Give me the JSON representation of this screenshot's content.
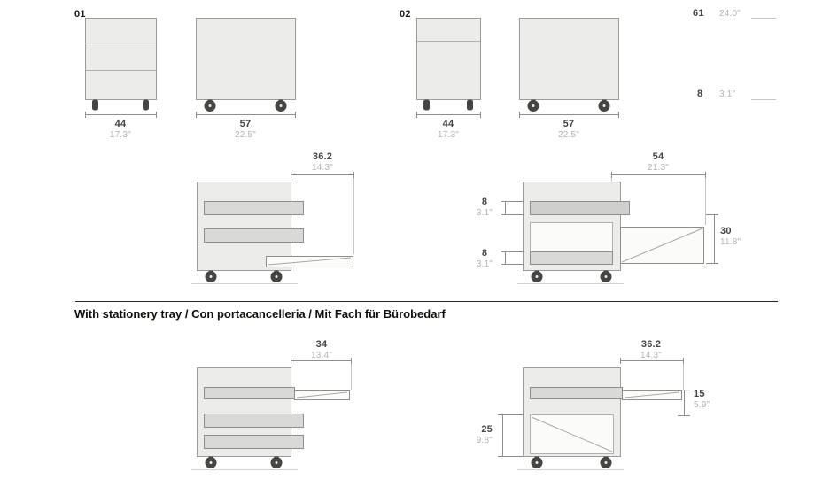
{
  "figures": {
    "fig01_label": "01",
    "fig02_label": "02"
  },
  "section_title": "With stationery tray / Con portacancelleria / Mit Fach für Bürobedarf",
  "dimensions": {
    "top_row": {
      "front1_width": {
        "cm": "44",
        "inch": "17.3\""
      },
      "side1_depth": {
        "cm": "57",
        "inch": "22.5\""
      },
      "front2_width": {
        "cm": "44",
        "inch": "17.3\""
      },
      "side2_depth": {
        "cm": "57",
        "inch": "22.5\""
      },
      "total_height": {
        "cm": "61",
        "inch": "24.0\""
      },
      "caster_height": {
        "cm": "8",
        "inch": "3.1\""
      }
    },
    "middle_row": {
      "tray_extension": {
        "cm": "36.2",
        "inch": "14.3\""
      },
      "drawer_extension": {
        "cm": "54",
        "inch": "21.3\""
      },
      "front_height_top": {
        "cm": "8",
        "inch": "3.1\""
      },
      "front_height_bottom": {
        "cm": "8",
        "inch": "3.1\""
      },
      "drawer_height": {
        "cm": "30",
        "inch": "11.8\""
      }
    },
    "bottom_row": {
      "tray_extension_left": {
        "cm": "34",
        "inch": "13.4\""
      },
      "tray_extension_right": {
        "cm": "36.2",
        "inch": "14.3\""
      },
      "tray_height": {
        "cm": "15",
        "inch": "5.9\""
      },
      "compartment_height": {
        "cm": "25",
        "inch": "9.8\""
      }
    }
  }
}
